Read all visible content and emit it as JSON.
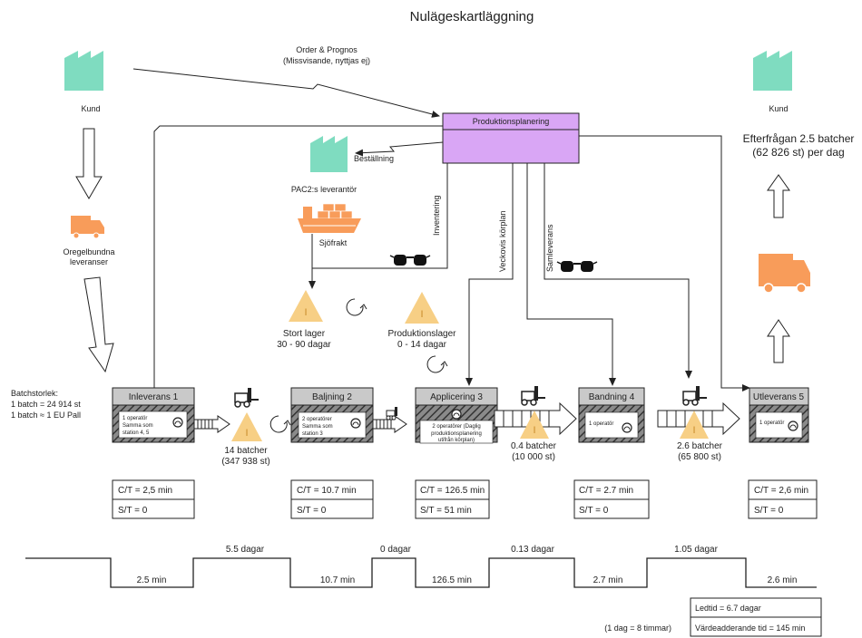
{
  "title": "Nulägeskartläggning",
  "customer_left": {
    "label": "Kund"
  },
  "customer_right": {
    "label": "Kund",
    "demand_line1": "Efterfrågan 2.5 batcher",
    "demand_line2": "(62 826 st) per dag"
  },
  "order_forecast": {
    "line1": "Order & Prognos",
    "line2": "(Missvisande, nyttjas ej)"
  },
  "production_planning": {
    "label": "Produktionsplanering"
  },
  "supplier": {
    "label": "PAC2:s leverantör",
    "order_label": "Beställning",
    "sea_freight": "Sjöfrakt"
  },
  "irregular_deliveries": {
    "line1": "Oregelbundna",
    "line2": "leveranser"
  },
  "info_labels": {
    "inventory": "Inventering",
    "weekly_plan": "Veckovis körplan",
    "consolidated": "Samleverans"
  },
  "batch_info": {
    "line1": "Batchstorlek:",
    "line2": "1 batch = 24 914 st",
    "line3": "1 batch ≈ 1 EU Pall"
  },
  "inventories": {
    "big_stock": {
      "line1": "Stort lager",
      "line2": "30 - 90 dagar"
    },
    "prod_stock": {
      "line1": "Produktionslager",
      "line2": "0 - 14 dagar"
    },
    "inv1": {
      "line1": "14 batcher",
      "line2": "(347 938 st)"
    },
    "inv3": {
      "line1": "0.4 batcher",
      "line2": "(10 000 st)"
    },
    "inv4": {
      "line1": "2.6 batcher",
      "line2": "(65 800 st)"
    },
    "glyph": "I"
  },
  "processes": [
    {
      "name": "Inleverans 1",
      "info": [
        "1 operatör",
        "Samma som",
        "station 4, 5"
      ],
      "ct": "C/T = 2,5 min",
      "st": "S/T = 0"
    },
    {
      "name": "Baljning 2",
      "info": [
        "2 operatörer",
        "Samma som",
        "station 3"
      ],
      "ct": "C/T = 10.7 min",
      "st": "S/T = 0"
    },
    {
      "name": "Applicering 3",
      "info": [
        "2 operatörer (Daglig",
        "produktionsplanering",
        "utifrån körplan)"
      ],
      "ct": "C/T = 126.5 min",
      "st": "S/T = 51 min"
    },
    {
      "name": "Bandning 4",
      "info": [
        "1 operatör"
      ],
      "ct": "C/T = 2.7 min",
      "st": "S/T = 0"
    },
    {
      "name": "Utleverans 5",
      "info": [
        "1 operatör"
      ],
      "ct": "C/T = 2,6 min",
      "st": "S/T = 0"
    }
  ],
  "timeline": {
    "waits": [
      "5.5 dagar",
      "0 dagar",
      "0.13 dagar",
      "1.05 dagar"
    ],
    "process_times": [
      "2.5 min",
      "10.7 min",
      "126.5 min",
      "2.7 min",
      "2.6 min"
    ]
  },
  "summary": {
    "lead_time": "Ledtid = 6.7 dagar",
    "value_added": "Värdeadderande tid = 145 min",
    "day_note": "(1 dag = 8 timmar)"
  },
  "colors": {
    "factory": "#7fdcc0",
    "planning": "#d9a6f5",
    "truck": "#f89c5a",
    "triangle": "#f7cf85",
    "process_header": "#c9c9c9",
    "hatch": "#555555"
  }
}
